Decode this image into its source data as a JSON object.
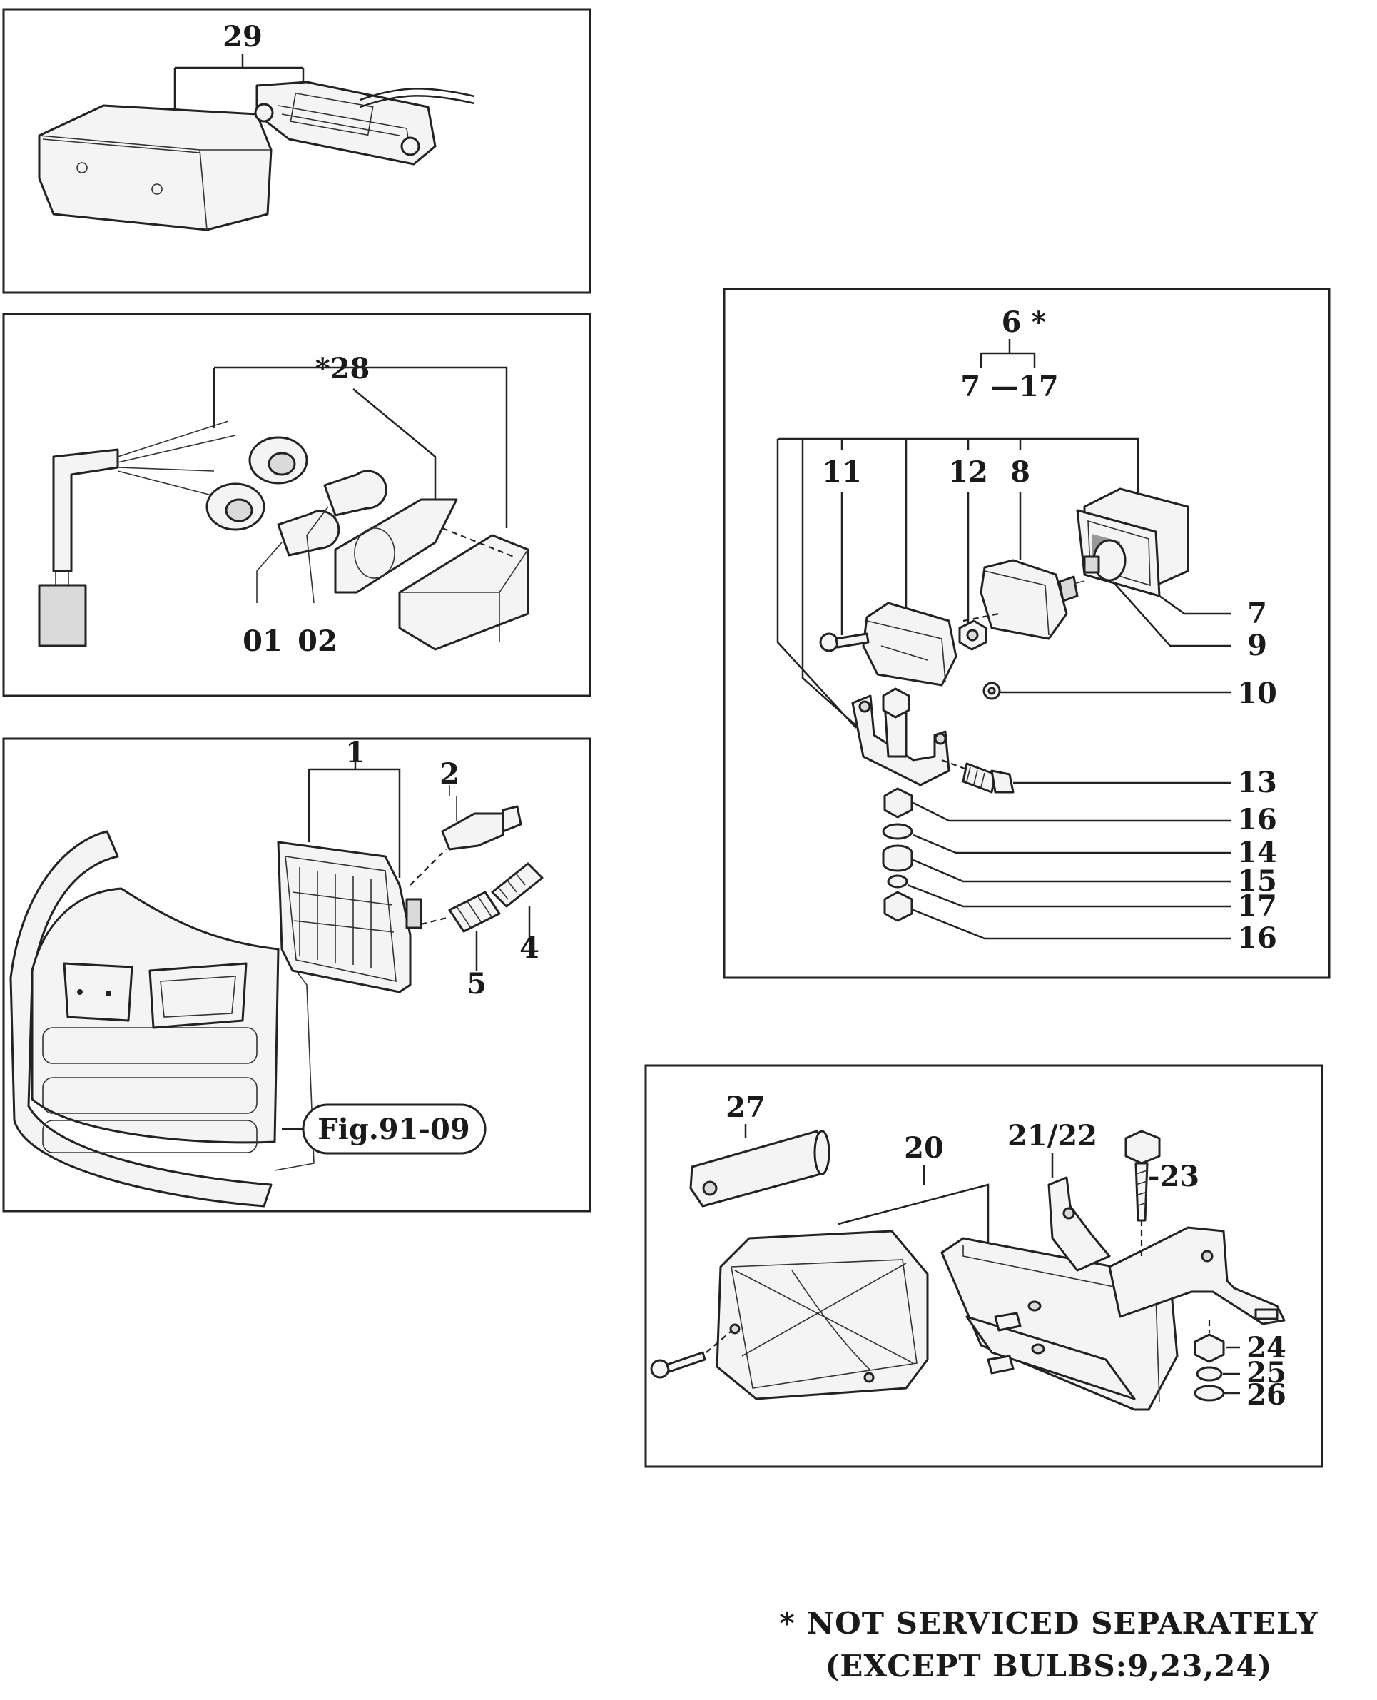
{
  "panels": {
    "p29": {
      "labels": [
        "29"
      ]
    },
    "p28": {
      "labels": [
        "*28",
        "01",
        "02"
      ]
    },
    "p1": {
      "labels": [
        "1",
        "2",
        "4",
        "5"
      ],
      "fig_ref": "Fig.91-09"
    },
    "p6": {
      "group_head": "6 *",
      "group_range": "7 —17",
      "labels": [
        "11",
        "12",
        "8",
        "7",
        "9",
        "10",
        "13",
        "16",
        "14",
        "15",
        "17",
        "16"
      ]
    },
    "p20": {
      "labels": [
        "27",
        "20",
        "21/22",
        "-23",
        "24",
        "25",
        "26"
      ]
    }
  },
  "note": {
    "line1": "* NOT SERVICED SEPARATELY",
    "line2": "(EXCEPT BULBS:9,23,24)"
  }
}
